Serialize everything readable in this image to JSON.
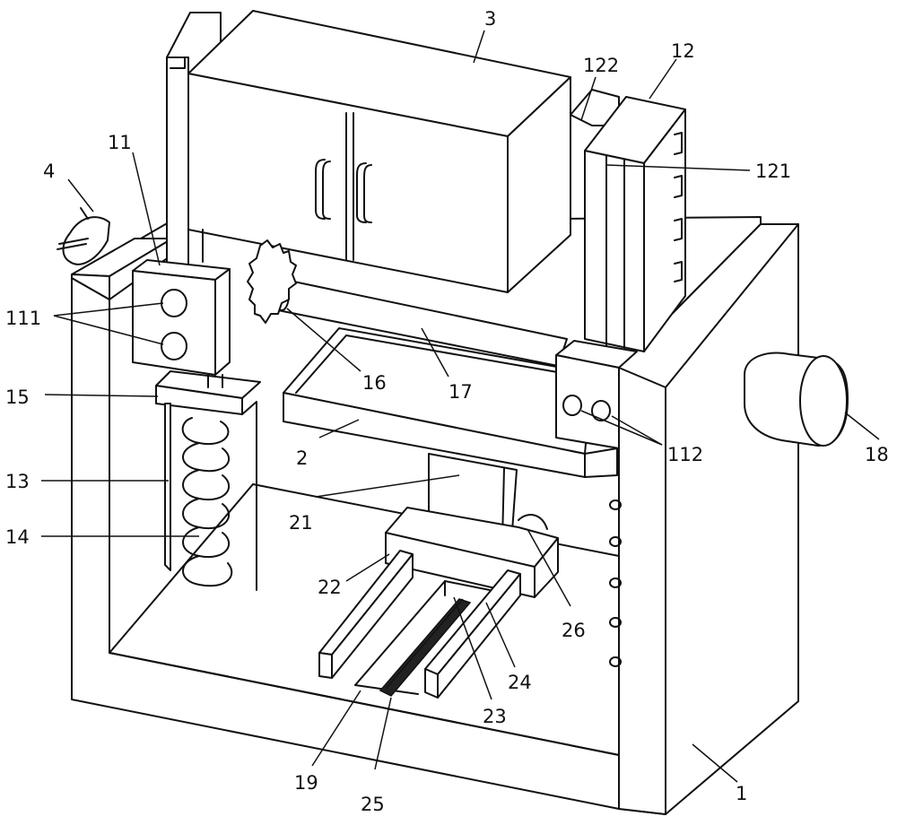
{
  "figure": {
    "labels": [
      "1",
      "2",
      "3",
      "4",
      "11",
      "111",
      "112",
      "12",
      "121",
      "122",
      "13",
      "14",
      "15",
      "16",
      "17",
      "18",
      "19",
      "21",
      "22",
      "23",
      "24",
      "25",
      "26"
    ]
  }
}
